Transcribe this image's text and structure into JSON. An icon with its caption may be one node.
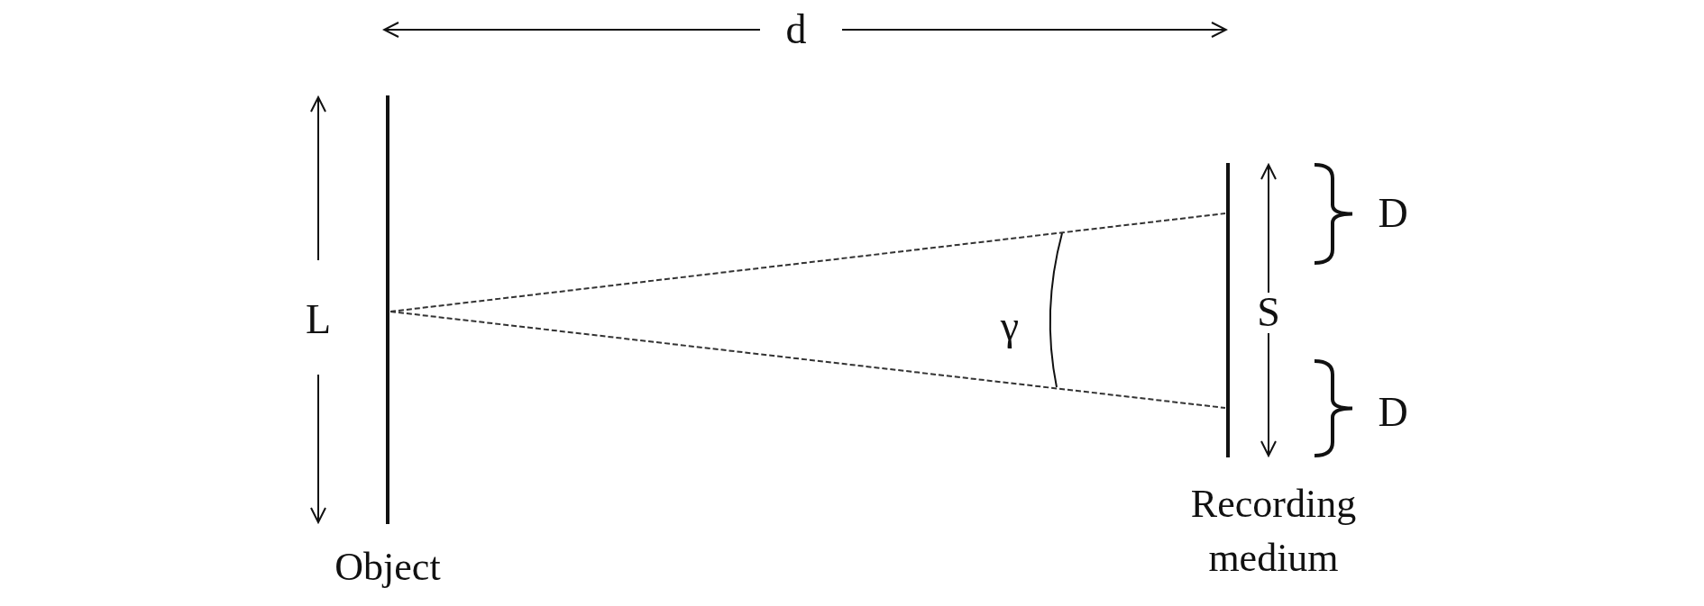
{
  "diagram": {
    "nodes": [
      {
        "text": [
          "Object"
        ]
      },
      {
        "text": [
          "Recording medium"
        ]
      }
    ],
    "edges": [
      {
        "from": 0,
        "to": 1,
        "arrow": "none",
        "style": "dashed"
      },
      {
        "from": 0,
        "to": 1,
        "arrow": "none",
        "style": "dashed"
      }
    ],
    "labels": [
      "d",
      "L",
      "γ",
      "S",
      "D",
      "D"
    ]
  }
}
